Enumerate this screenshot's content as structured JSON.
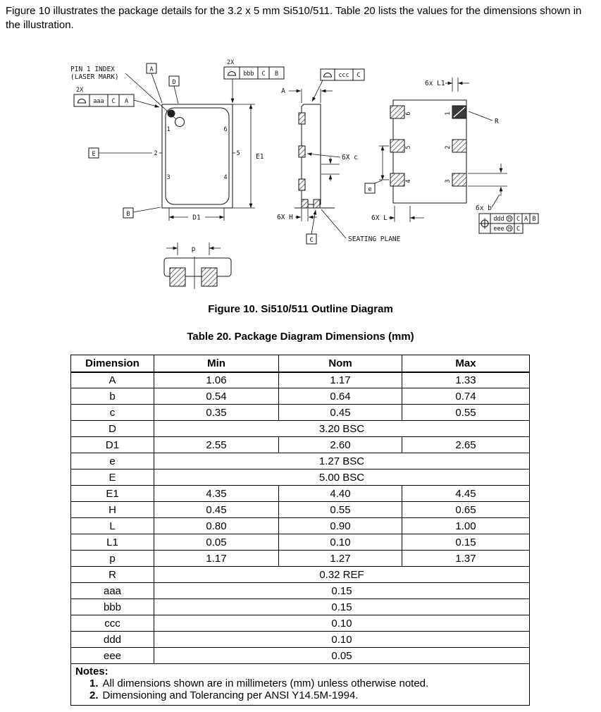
{
  "intro": {
    "text": "Figure 10 illustrates the package details for the 3.2 x 5 mm Si510/511. Table 20 lists the values for the dimensions shown in the illustration."
  },
  "figure": {
    "caption": "Figure 10. Si510/511 Outline Diagram",
    "labels": {
      "pin1_line1": "PIN 1 INDEX",
      "pin1_line2": "(LASER MARK)",
      "qty_aaa": "2X",
      "tol_aaa": "aaa",
      "tol_aaa_d1": "C",
      "tol_aaa_d2": "A",
      "qty_bbb": "2X",
      "tol_bbb": "bbb",
      "tol_bbb_d1": "C",
      "tol_bbb_d2": "B",
      "tol_ccc": "ccc",
      "tol_ccc_d1": "C",
      "datum_a": "A",
      "datum_b": "B",
      "datum_c": "C",
      "datum_d": "D",
      "datum_e": "E",
      "dim_e1": "E1",
      "dim_d1": "D1",
      "dim_a": "A",
      "dim_e": "e",
      "dim_p": "p",
      "dim_r": "R",
      "six_c": "6X c",
      "six_h": "6X H",
      "six_l1": "6x L1",
      "six_l": "6X L",
      "six_b": "6x b",
      "seating": "SEATING PLANE",
      "tol_ddd": "ddd",
      "tol_eee": "eee",
      "mod_m": "M",
      "pos_d1": "C",
      "pos_d2": "A",
      "pos_d3": "B",
      "pos2_d1": "C"
    },
    "pins": [
      "1",
      "2",
      "3",
      "4",
      "5",
      "6"
    ]
  },
  "table": {
    "title": "Table 20. Package Diagram Dimensions (mm)",
    "headers": [
      "Dimension",
      "Min",
      "Nom",
      "Max"
    ],
    "rows": [
      {
        "dimension": "A",
        "min": "1.06",
        "nom": "1.17",
        "max": "1.33"
      },
      {
        "dimension": "b",
        "min": "0.54",
        "nom": "0.64",
        "max": "0.74"
      },
      {
        "dimension": "c",
        "min": "0.35",
        "nom": "0.45",
        "max": "0.55"
      },
      {
        "dimension": "D",
        "span": "3.20 BSC"
      },
      {
        "dimension": "D1",
        "min": "2.55",
        "nom": "2.60",
        "max": "2.65"
      },
      {
        "dimension": "e",
        "span": "1.27 BSC"
      },
      {
        "dimension": "E",
        "span": "5.00 BSC"
      },
      {
        "dimension": "E1",
        "min": "4.35",
        "nom": "4.40",
        "max": "4.45"
      },
      {
        "dimension": "H",
        "min": "0.45",
        "nom": "0.55",
        "max": "0.65"
      },
      {
        "dimension": "L",
        "min": "0.80",
        "nom": "0.90",
        "max": "1.00"
      },
      {
        "dimension": "L1",
        "min": "0.05",
        "nom": "0.10",
        "max": "0.15"
      },
      {
        "dimension": "p",
        "min": "1.17",
        "nom": "1.27",
        "max": "1.37"
      },
      {
        "dimension": "R",
        "span": "0.32 REF"
      },
      {
        "dimension": "aaa",
        "span": "0.15"
      },
      {
        "dimension": "bbb",
        "span": "0.15"
      },
      {
        "dimension": "ccc",
        "span": "0.10"
      },
      {
        "dimension": "ddd",
        "span": "0.10"
      },
      {
        "dimension": "eee",
        "span": "0.05"
      }
    ],
    "notes_label": "Notes:",
    "notes": [
      {
        "num": "1.",
        "text": "All dimensions shown are in millimeters (mm) unless otherwise noted."
      },
      {
        "num": "2.",
        "text": "Dimensioning and Tolerancing per ANSI Y14.5M-1994."
      }
    ]
  }
}
